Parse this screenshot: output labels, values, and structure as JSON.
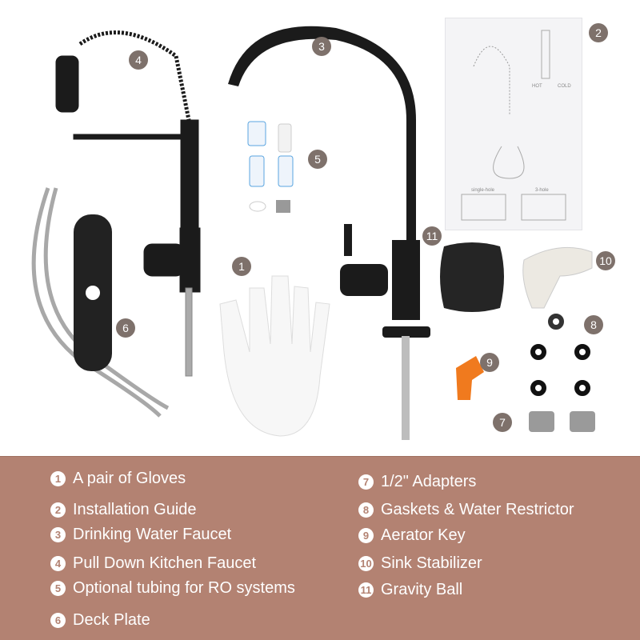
{
  "callouts": [
    "1",
    "2",
    "3",
    "4",
    "5",
    "6",
    "7",
    "8",
    "9",
    "10",
    "11"
  ],
  "guide": {
    "single_hole": "single-hole",
    "three_hole": "3-hole",
    "hot": "HOT",
    "cold": "COLD"
  },
  "legend": {
    "left": [
      {
        "num": "1",
        "label": "A pair of Gloves"
      },
      {
        "num": "2",
        "label": "Installation Guide"
      },
      {
        "num": "3",
        "label": "Drinking Water Faucet"
      },
      {
        "num": "4",
        "label": "Pull Down Kitchen Faucet"
      },
      {
        "num": "5",
        "label": "Optional tubing for RO systems"
      },
      {
        "num": "6",
        "label": "Deck Plate"
      }
    ],
    "right": [
      {
        "num": "7",
        "label": "1/2\" Adapters"
      },
      {
        "num": "8",
        "label": "Gaskets & Water Restrictor"
      },
      {
        "num": "9",
        "label": "Aerator Key"
      },
      {
        "num": "10",
        "label": "Sink Stabilizer"
      },
      {
        "num": "11",
        "label": "Gravity Ball"
      }
    ]
  },
  "colors": {
    "legend_bg": "#b38272",
    "product_black": "#1b1b1b",
    "callout": "#7e716b"
  }
}
